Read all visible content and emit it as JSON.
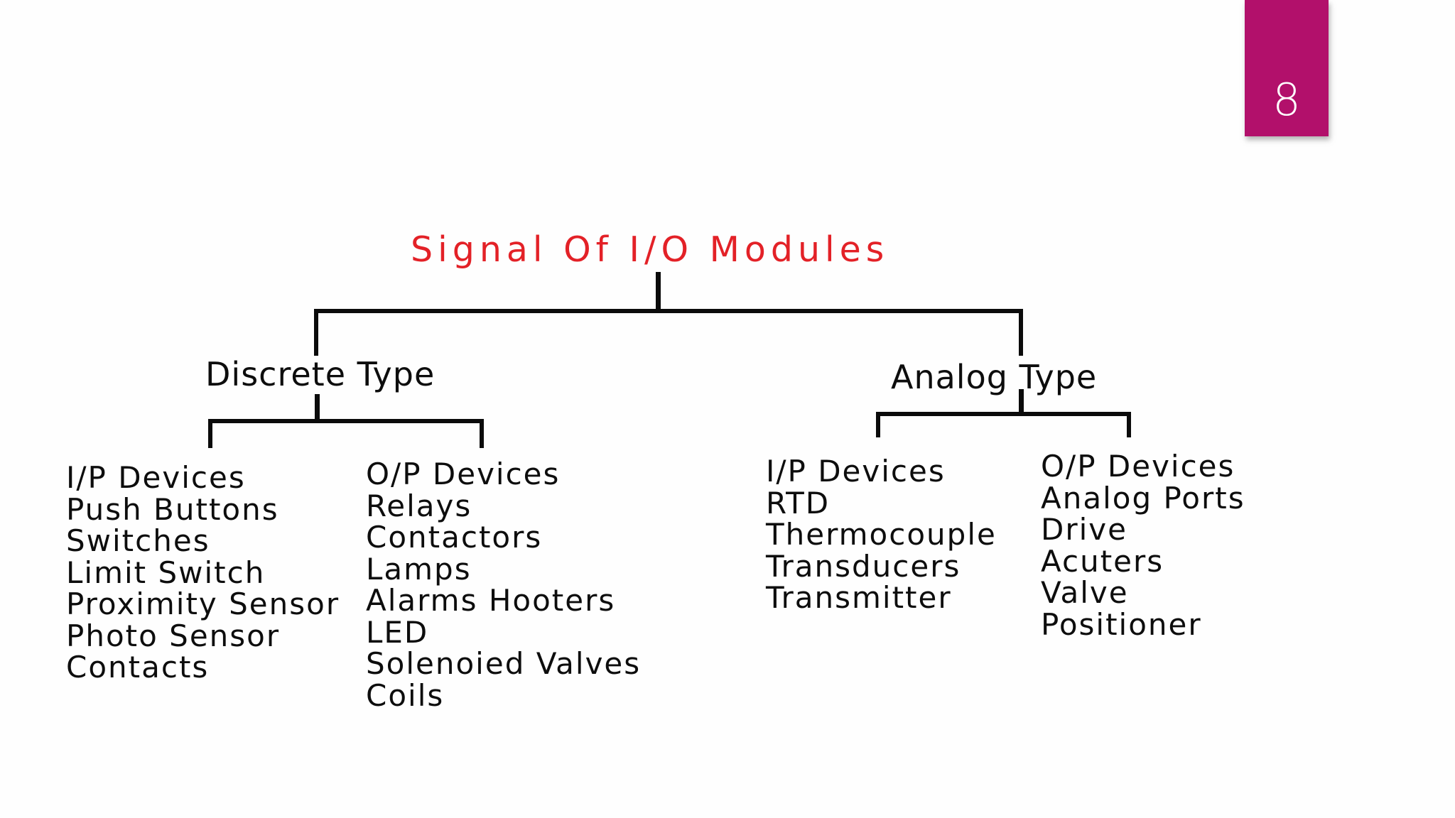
{
  "page": {
    "number": "8"
  },
  "colors": {
    "title_red": "#e32127",
    "page_box_magenta": "#b2106b",
    "line_black": "#0b0b0b",
    "text_black": "#0d0d0d",
    "background": "#fefefe"
  },
  "diagram": {
    "title": "Signal Of I/O Modules",
    "branches": [
      {
        "label": "Discrete Type",
        "input_column": [
          "I/P Devices",
          "Push Buttons",
          "Switches",
          "Limit Switch",
          "Proximity Sensor",
          "Photo Sensor",
          "Contacts"
        ],
        "output_column": [
          "O/P Devices",
          "Relays",
          "Contactors",
          "Lamps",
          "Alarms Hooters",
          "LED",
          "Solenoied Valves",
          "Coils"
        ]
      },
      {
        "label": "Analog Type",
        "input_column": [
          "I/P Devices",
          "RTD",
          "Thermocouple",
          "Transducers",
          "Transmitter"
        ],
        "output_column": [
          "O/P Devices",
          "Analog Ports",
          "Drive",
          "Acuters",
          "Valve",
          "Positioner"
        ]
      }
    ]
  }
}
